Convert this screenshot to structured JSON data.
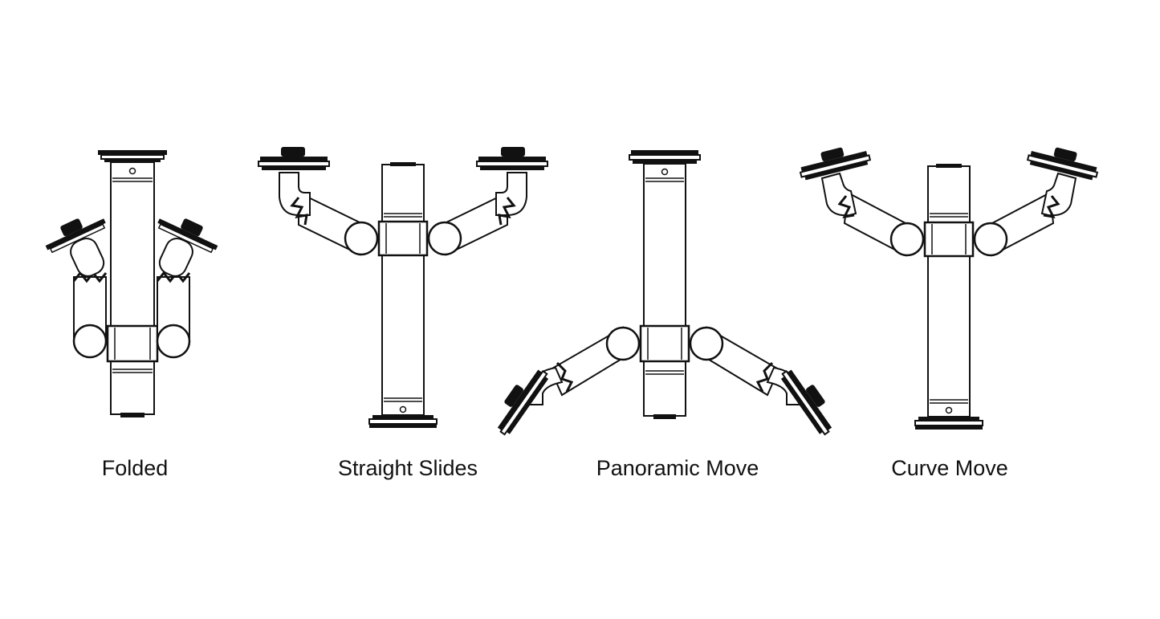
{
  "diagram": {
    "line_color": "#111111",
    "fill_color": "#ffffff",
    "dark_color": "#111111",
    "configurations": [
      {
        "key": "folded",
        "label": "Folded"
      },
      {
        "key": "straight",
        "label": "Straight Slides"
      },
      {
        "key": "panoramic",
        "label": "Panoramic Move"
      },
      {
        "key": "curve",
        "label": "Curve Move"
      }
    ]
  }
}
